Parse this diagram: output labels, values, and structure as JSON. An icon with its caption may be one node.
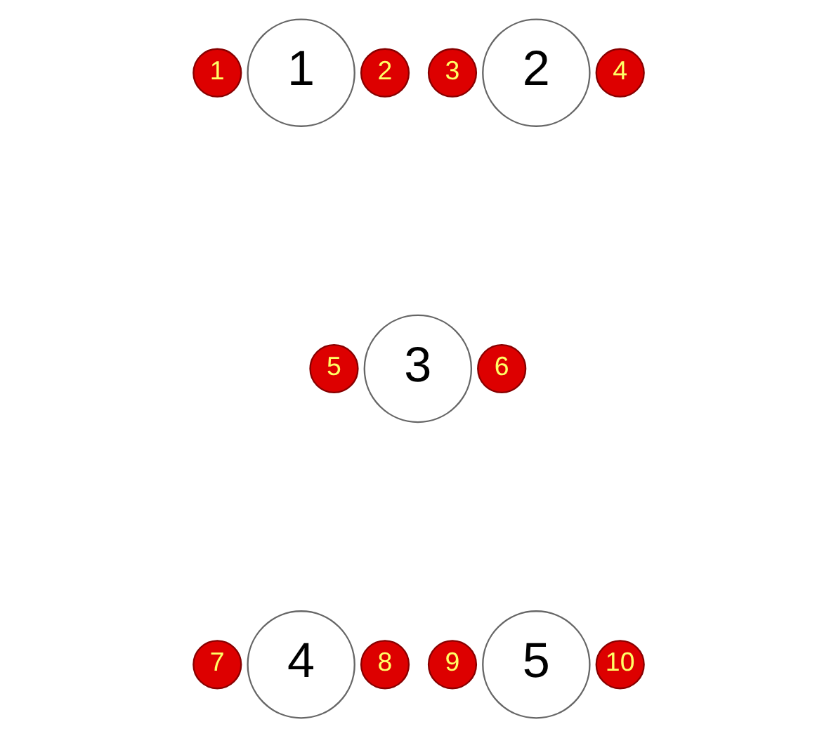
{
  "diagram": {
    "nodes": [
      {
        "text": [
          "1"
        ]
      },
      {
        "text": [
          "1"
        ]
      },
      {
        "text": [
          "2"
        ]
      },
      {
        "text": [
          "2"
        ]
      },
      {
        "text": [
          "3"
        ]
      },
      {
        "text": [
          "4"
        ]
      },
      {
        "text": [
          "3"
        ]
      },
      {
        "text": [
          "5"
        ]
      },
      {
        "text": [
          "6"
        ]
      },
      {
        "text": [
          "4"
        ]
      },
      {
        "text": [
          "7"
        ]
      },
      {
        "text": [
          "8"
        ]
      },
      {
        "text": [
          "5"
        ]
      },
      {
        "text": [
          "9"
        ]
      },
      {
        "text": [
          "10"
        ]
      }
    ]
  }
}
